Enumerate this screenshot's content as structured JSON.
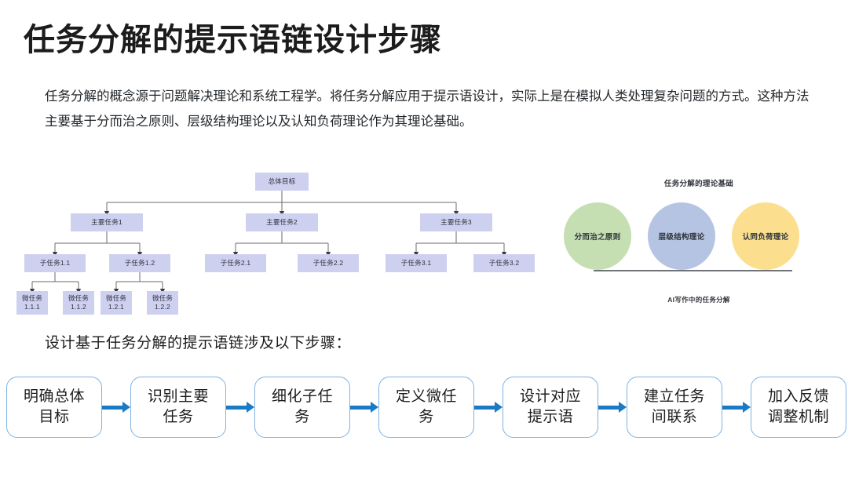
{
  "slide": {
    "title": "任务分解的提示语链设计步骤",
    "intro": "任务分解的概念源于问题解决理论和系统工程学。将任务分解应用于提示语设计，实际上是在模拟人类处理复杂问题的方式。这种方法主要基于分而治之原则、层级结构理论以及认知负荷理论作为其理论基础。",
    "steps_lead": "设计基于任务分解的提示语链涉及以下步骤："
  },
  "tree": {
    "root": "总体目标",
    "main_tasks": [
      "主要任务1",
      "主要任务2",
      "主要任务3"
    ],
    "sub_tasks": [
      "子任务1.1",
      "子任务1.2",
      "子任务2.1",
      "子任务2.2",
      "子任务3.1",
      "子任务3.2"
    ],
    "micro_tasks": [
      "微任务\n1.1.1",
      "微任务\n1.1.2",
      "微任务\n1.2.1",
      "微任务\n1.2.2"
    ],
    "node_fill": "#ced0f0",
    "connector_color": "#6b6b72"
  },
  "theory": {
    "title": "任务分解的理论基础",
    "caption": "AI写作中的任务分解",
    "circles": [
      {
        "label": "分而治之原则",
        "color": "#c5dfb3"
      },
      {
        "label": "层级结构理论",
        "color": "#b6c4e3"
      },
      {
        "label": "认同负荷理论",
        "color": "#fbdf8e"
      }
    ],
    "rule_color": "#6f7378"
  },
  "flow": {
    "arrow_color": "#1b7ac4",
    "box_border_color": "#7fb2e3",
    "steps": [
      "明确总体\n目标",
      "识别主要\n任务",
      "细化子任\n务",
      "定义微任\n务",
      "设计对应\n提示语",
      "建立任务\n间联系",
      "加入反馈\n调整机制"
    ]
  }
}
